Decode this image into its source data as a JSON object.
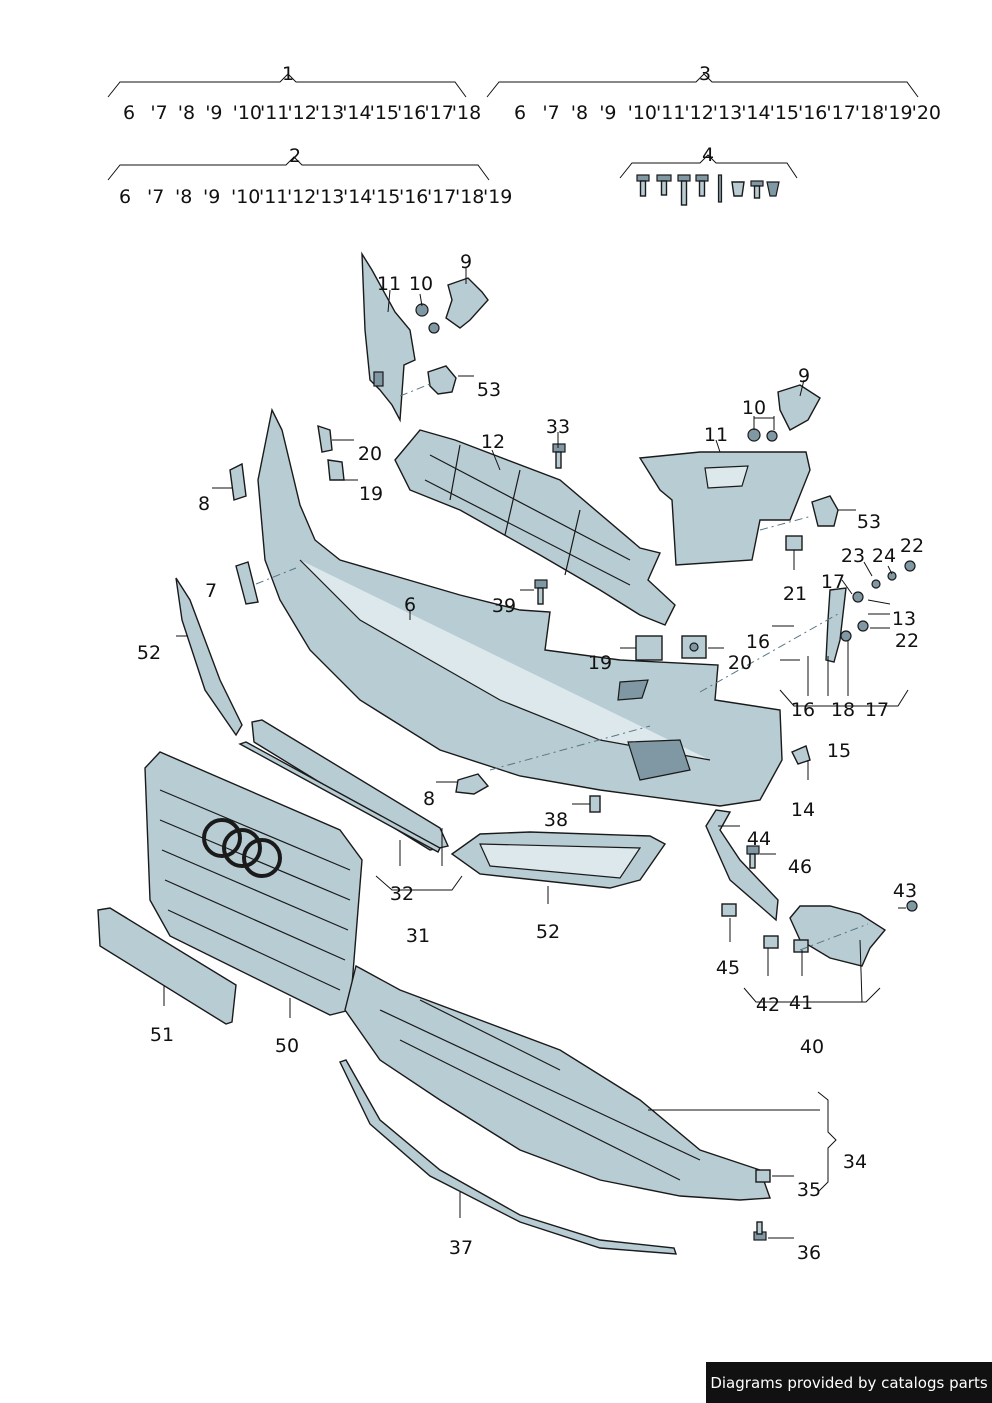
{
  "year_groups": [
    {
      "label": "1",
      "years": [
        "6",
        "'7",
        "'8",
        "'9",
        "'10",
        "'11",
        "'12",
        "'13",
        "'14",
        "'15",
        "'16",
        "'17",
        "'18"
      ]
    },
    {
      "label": "2",
      "years": [
        "6",
        "'7",
        "'8",
        "'9",
        "'10",
        "'11",
        "'12",
        "'13",
        "'14",
        "'15",
        "'16",
        "'17",
        "'18",
        "'19"
      ]
    },
    {
      "label": "3",
      "years": [
        "6",
        "'7",
        "'8",
        "'9",
        "'10",
        "'11",
        "'12",
        "'13",
        "'14",
        "'15",
        "'16",
        "'17",
        "'18",
        "'19",
        "'20"
      ]
    },
    {
      "label": "4",
      "years": []
    }
  ],
  "callouts": [
    "9",
    "11",
    "10",
    "53",
    "12",
    "33",
    "20",
    "19",
    "8",
    "9",
    "10",
    "11",
    "53",
    "23",
    "24",
    "22",
    "17",
    "21",
    "13",
    "7",
    "39",
    "16",
    "22",
    "6",
    "52",
    "19",
    "20",
    "16",
    "18",
    "17",
    "15",
    "8",
    "14",
    "38",
    "44",
    "46",
    "32",
    "31",
    "52",
    "43",
    "45",
    "42",
    "41",
    "40",
    "51",
    "50",
    "34",
    "35",
    "36",
    "37"
  ],
  "footer": {
    "text": "Diagrams provided by catalogs parts"
  },
  "colors": {
    "part_fill": "#b8ccd3",
    "part_dark": "#7f98a3",
    "outline": "#1a1a1a",
    "banner": "#111111"
  }
}
